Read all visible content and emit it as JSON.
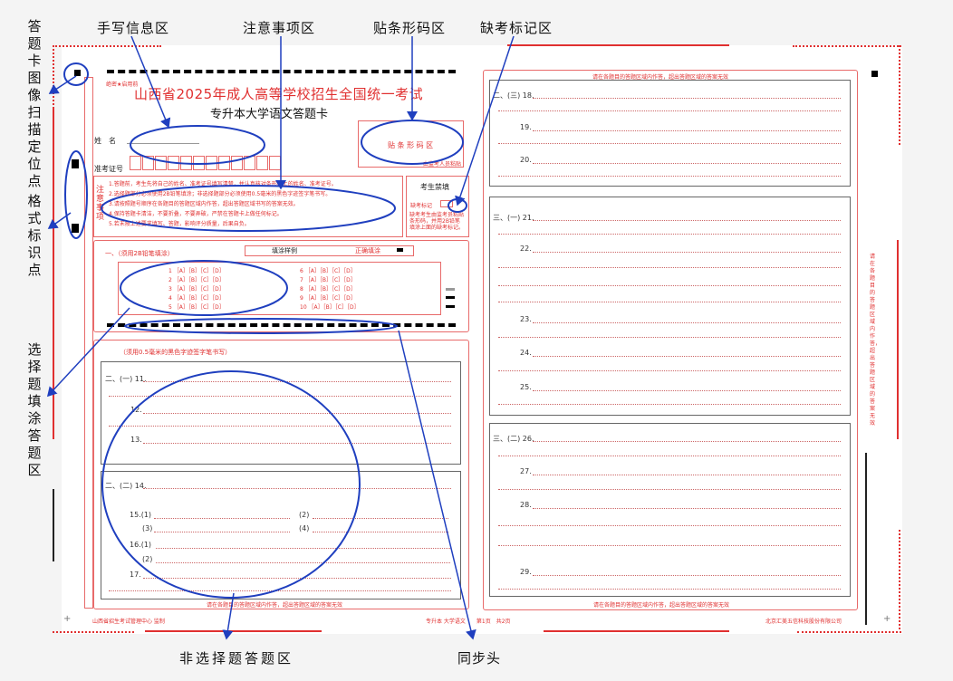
{
  "callouts": {
    "handwriting": "手写信息区",
    "notes": "注意事项区",
    "barcode": "贴条形码区",
    "absent": "缺考标记区",
    "non_choice": "非选择题答题区",
    "sync": "同步头",
    "scan_locator": "答题卡图像扫描定位点",
    "format_mark": "格式标识点",
    "choice_area": "选择题填涂答题区"
  },
  "sheet": {
    "secret": "绝密★启用前",
    "title": "山西省2025年成人高等学校招生全国统一考试",
    "subtitle": "专升本大学语文答题卡",
    "name_label": "姓　名",
    "ticket_label": "准考证号",
    "barcode_text": "贴 条 形 码 区",
    "barcode_sub": "由监考人员粘贴",
    "absent_title": "考生禁填",
    "absent_label": "缺考标记",
    "absent_note": "缺考考生由监考员粘贴条形码，并用2B铅笔填涂上面的缺考标记。",
    "notes_heading": "注意事项",
    "notes": [
      "1.答题前，考生先将自己的姓名、准考证号填写清楚，并认真核对条形码上的姓名、准考证号。",
      "2.选择题部分必须使用2B铅笔填涂；非选择题部分必须使用0.5毫米的黑色字迹签字笔书写。",
      "3.请按照题号顺序在各题目的答题区域内作答，超出答题区域书写的答案无效。",
      "4.保持答题卡清洁，不要折叠，不要弄破，严禁在答题卡上做任何标记。",
      "5.若未按上述要求填写、答题，影响评分质量，后果自负。"
    ],
    "choice_heading": "一、（须用2B铅笔填涂）",
    "fill_example": "填涂样例",
    "correct_fill": "正确填涂",
    "choice_left": [
      "1",
      "2",
      "3",
      "4",
      "5"
    ],
    "choice_right": [
      "6",
      "7",
      "8",
      "9",
      "10"
    ],
    "options": "［A］［B］［C］［D］",
    "pen_note": "（须用0.5毫米的黑色字迹签字笔书写）",
    "sec_2_1": "二、(一) 11.",
    "q12": "12.",
    "q13": "13.",
    "sec_2_2": "二、(二) 14.",
    "q15_1": "15.(1)",
    "q15_2": "(2)",
    "q15_3": "(3)",
    "q15_4": "(4)",
    "q16_1": "16.(1)",
    "q16_2": "(2)",
    "q17": "17.",
    "right_top_warn": "请在各题目的答题区域内作答，超出答题区域的答案无效",
    "sec_2_3": "二、(三) 18.",
    "q19": "19.",
    "q20": "20.",
    "sec_3_1": "三、(一) 21.",
    "q22": "22.",
    "q23": "23.",
    "q24": "24.",
    "q25": "25.",
    "sec_3_2": "三、(二) 26.",
    "q27": "27.",
    "q28": "28.",
    "q29": "29.",
    "bottom_warn": "请在各题目的答题区域内作答，超出答题区域的答案无效",
    "side_warn": "请在各题目的答题区域内作答，超出答题区域的答案无效",
    "footer_left": "山西省招生考试管理中心 监制",
    "footer_mid": "专升本 大学语文　　第1页　共2页",
    "footer_right": "北京汇美五信科技股份有限公司"
  }
}
